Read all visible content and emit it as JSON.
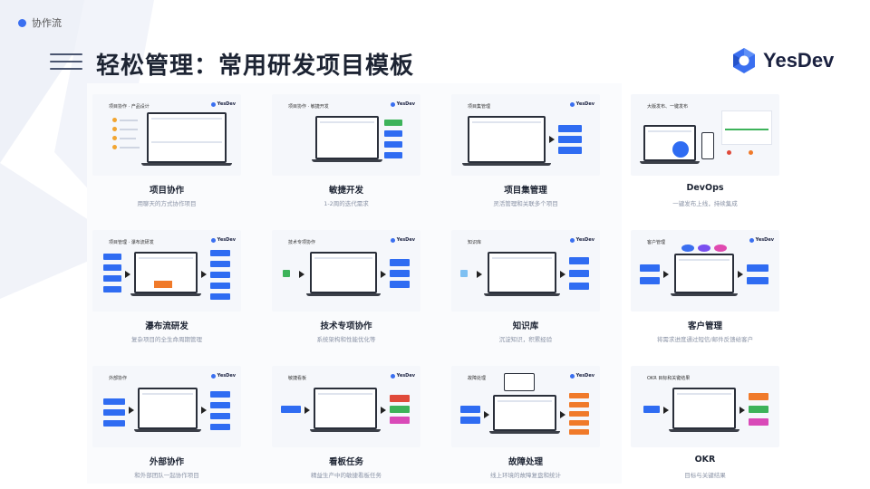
{
  "header": {
    "tag": "协作流",
    "title": "轻松管理：常用研发项目模板",
    "logo_text": "YesDev"
  },
  "colors": {
    "accent": "#2f6cf2",
    "title": "#1d2433",
    "muted": "#8a93a6"
  },
  "cards": [
    {
      "title": "项目协作",
      "desc": "用聊天的方式协作项目",
      "thumb_head": "项目协作 · 产品设计"
    },
    {
      "title": "敏捷开发",
      "desc": "1-2周的迭代需求",
      "thumb_head": "项目协作 · 敏捷开发"
    },
    {
      "title": "项目集管理",
      "desc": "灵活管理和关联多个项目",
      "thumb_head": "项目集管理"
    },
    {
      "title": "DevOps",
      "desc": "一键发布上线，持续集成",
      "thumb_head": "大版发布、一键发布"
    },
    {
      "title": "瀑布流研发",
      "desc": "复杂项目的全生命周期管理",
      "thumb_head": "项目管理 · 瀑布流研发"
    },
    {
      "title": "技术专项协作",
      "desc": "系统架构和性能优化等",
      "thumb_head": "技术专项协作"
    },
    {
      "title": "知识库",
      "desc": "沉淀知识，积累经验",
      "thumb_head": "知识库"
    },
    {
      "title": "客户管理",
      "desc": "将需求进度通过短信/邮件反馈给客户",
      "thumb_head": "客户管理"
    },
    {
      "title": "外部协作",
      "desc": "和外部团队一起协作项目",
      "thumb_head": "外部协作"
    },
    {
      "title": "看板任务",
      "desc": "精益生产中的敏捷看板任务",
      "thumb_head": "敏捷看板"
    },
    {
      "title": "故障处理",
      "desc": "线上环境的故障复盘和统计",
      "thumb_head": "故障处理"
    },
    {
      "title": "OKR",
      "desc": "目标与关键结果",
      "thumb_head": "OKR 目标和关键结果"
    }
  ]
}
